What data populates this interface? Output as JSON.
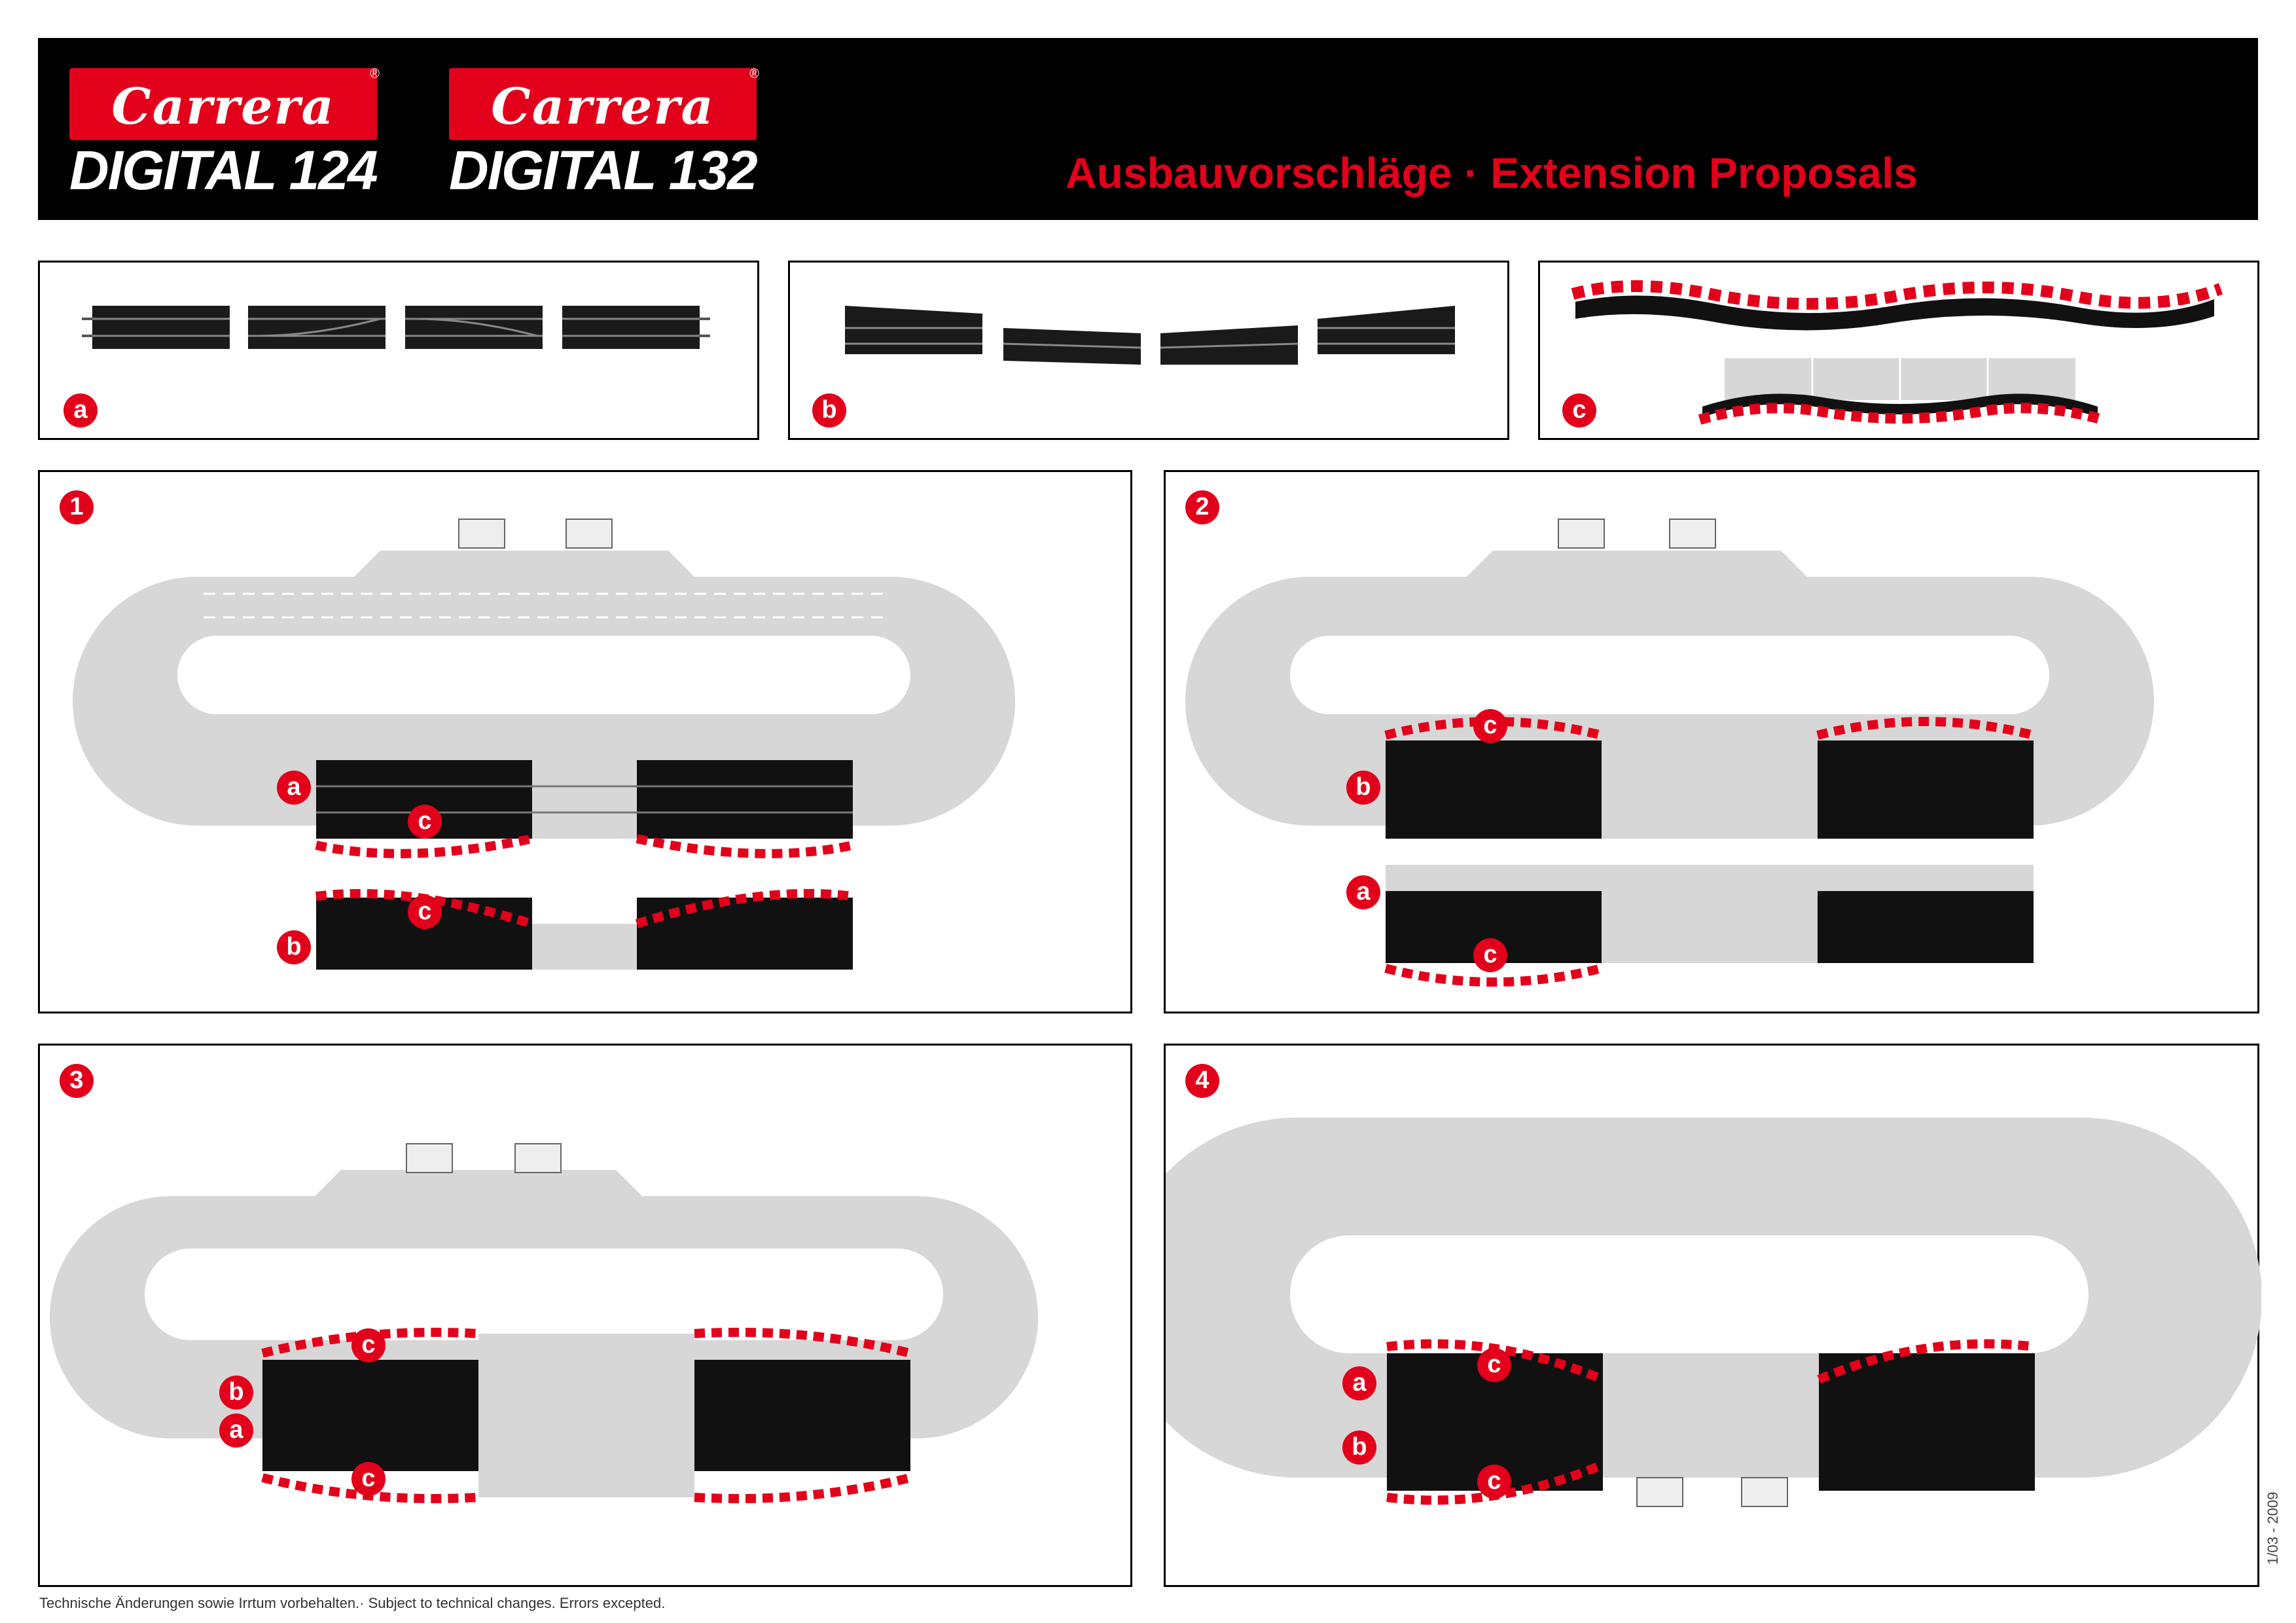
{
  "header": {
    "logo_124": {
      "brand": "Carrera",
      "line": "DIGITAL 124"
    },
    "logo_132": {
      "brand": "Carrera",
      "line": "DIGITAL 132"
    },
    "title": "Ausbauvorschläge · Extension Proposals"
  },
  "parts": {
    "a": {
      "label": "a"
    },
    "b": {
      "label": "b"
    },
    "c": {
      "label": "c"
    }
  },
  "layouts": {
    "1": {
      "label": "1"
    },
    "2": {
      "label": "2"
    },
    "3": {
      "label": "3"
    },
    "4": {
      "label": "4"
    }
  },
  "footer": "Technische Änderungen sowie Irrtum vorbehalten.· Subject to technical changes. Errors excepted.",
  "doc_id": "1/03 - 2009",
  "colors": {
    "brand_red": "#e2001a",
    "track_grey": "#d7d7d7",
    "track_black": "#111111"
  }
}
